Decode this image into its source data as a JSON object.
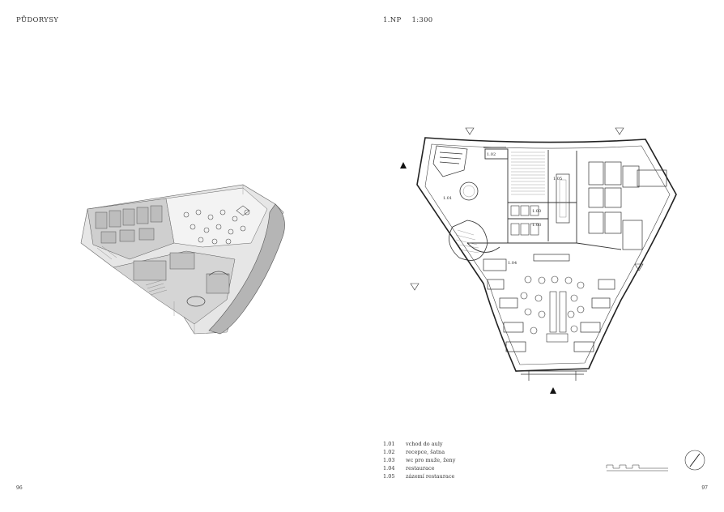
{
  "left_page": {
    "heading": "PŮDORYSY",
    "page_number": "96"
  },
  "right_page": {
    "heading_level": "1.NP",
    "heading_scale": "1:300",
    "page_number": "97",
    "room_labels": {
      "r101": "1.01",
      "r102": "1.02",
      "r103a": "1.03",
      "r103b": "1.03",
      "r104": "1.04",
      "r105": "1.05"
    },
    "legend": [
      {
        "code": "1.01",
        "label": "vchod do auly"
      },
      {
        "code": "1.02",
        "label": "recepce, šatna"
      },
      {
        "code": "1.03",
        "label": "wc pro muže, ženy"
      },
      {
        "code": "1.04",
        "label": "restaurace"
      },
      {
        "code": "1.05",
        "label": "zázemí restaurace"
      }
    ]
  },
  "colors": {
    "ink": "#222222",
    "axon_shade": "#b8b8b8",
    "axon_light": "#dedede"
  }
}
